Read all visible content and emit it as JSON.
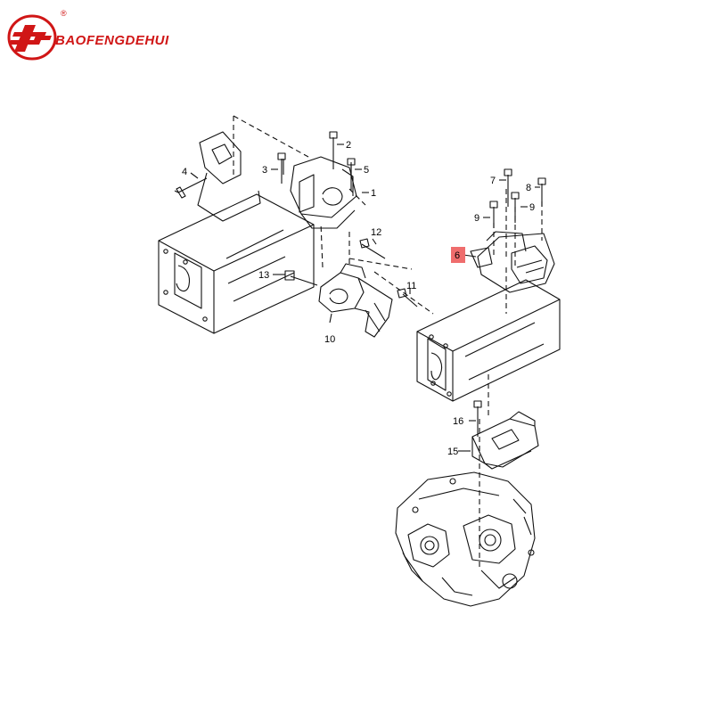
{
  "brand": {
    "name": "BAOFENGDEHUI",
    "mark": "®",
    "logo_letters": "BF",
    "color": "#d01616"
  },
  "diagram": {
    "highlight_color": "#ef6d6d",
    "callouts": [
      "1",
      "2",
      "3",
      "4",
      "5",
      "6",
      "7",
      "8",
      "9",
      "9",
      "10",
      "11",
      "12",
      "13",
      "15",
      "16"
    ],
    "highlighted_part": "6"
  }
}
